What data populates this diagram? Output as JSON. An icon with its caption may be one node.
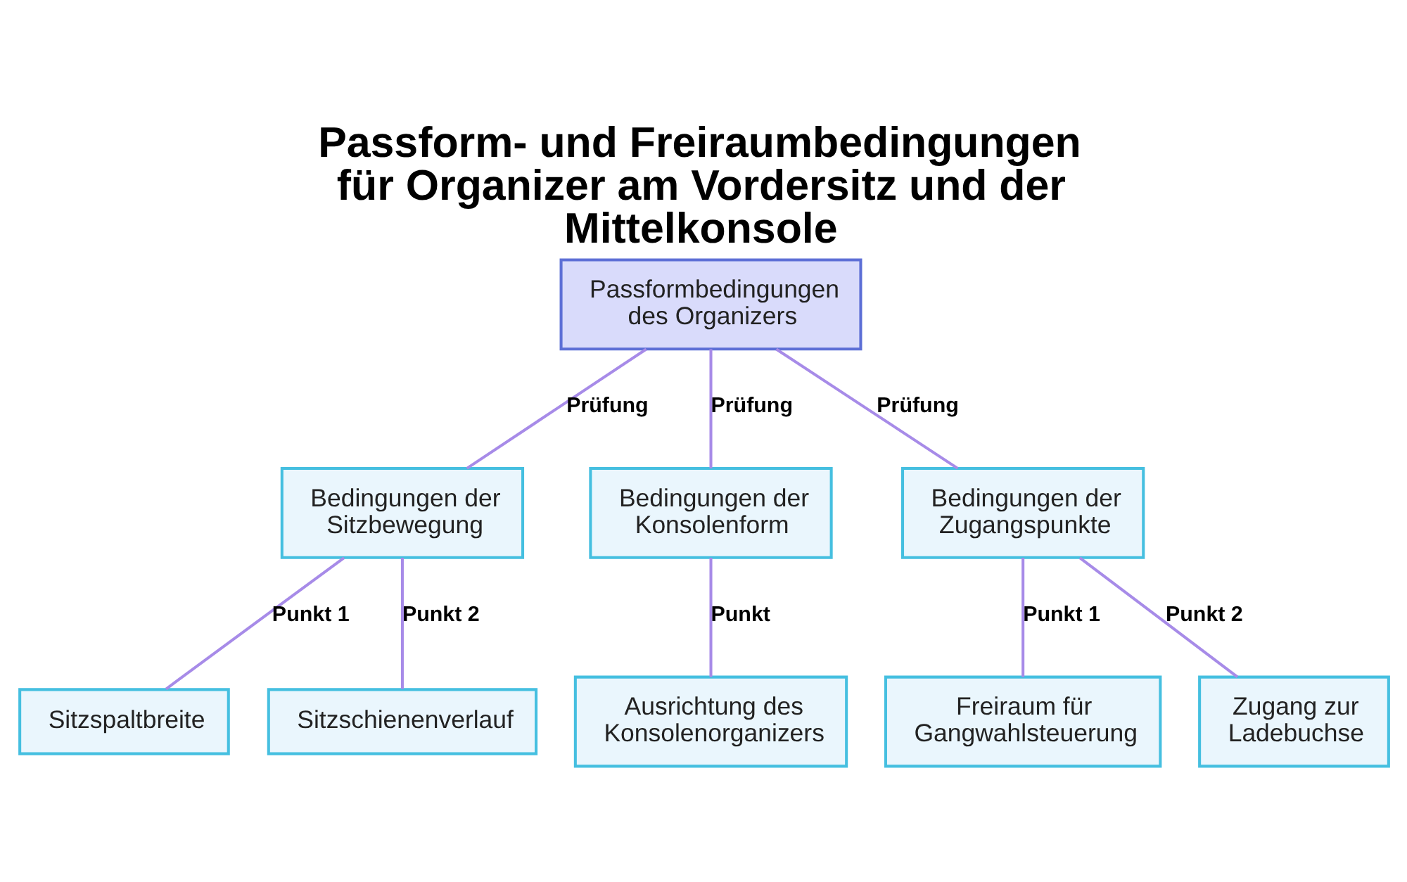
{
  "diagram": {
    "title": "Passform- und Freiraumbedingungen für Organizer am Vordersitz und der Mittelkonsole",
    "nodes": [
      {
        "text": [
          "Passformbedingungen des Organizers"
        ]
      },
      {
        "text": [
          "Bedingungen der Sitzbewegung"
        ]
      },
      {
        "text": [
          "Bedingungen der Konsolenform"
        ]
      },
      {
        "text": [
          "Bedingungen der Zugangspunkte"
        ]
      },
      {
        "text": [
          "Sitzspaltbreite"
        ]
      },
      {
        "text": [
          "Sitzschienenverlauf"
        ]
      },
      {
        "text": [
          "Ausrichtung des Konsolenorganizers"
        ]
      },
      {
        "text": [
          "Freiraum für Gangwahlsteuerung"
        ]
      },
      {
        "text": [
          "Zugang zur Ladebuchse"
        ]
      }
    ],
    "edges": [
      {
        "from": 0,
        "to": 1,
        "arrow": "none",
        "label": "Prüfung"
      },
      {
        "from": 0,
        "to": 2,
        "arrow": "none",
        "label": "Prüfung"
      },
      {
        "from": 0,
        "to": 3,
        "arrow": "none",
        "label": "Prüfung"
      },
      {
        "from": 1,
        "to": 4,
        "arrow": "none",
        "label": "Punkt 1"
      },
      {
        "from": 1,
        "to": 5,
        "arrow": "none",
        "label": "Punkt 2"
      },
      {
        "from": 2,
        "to": 6,
        "arrow": "none",
        "label": "Punkt"
      },
      {
        "from": 3,
        "to": 7,
        "arrow": "none",
        "label": "Punkt 1"
      },
      {
        "from": 3,
        "to": 8,
        "arrow": "none",
        "label": "Punkt 2"
      }
    ]
  }
}
